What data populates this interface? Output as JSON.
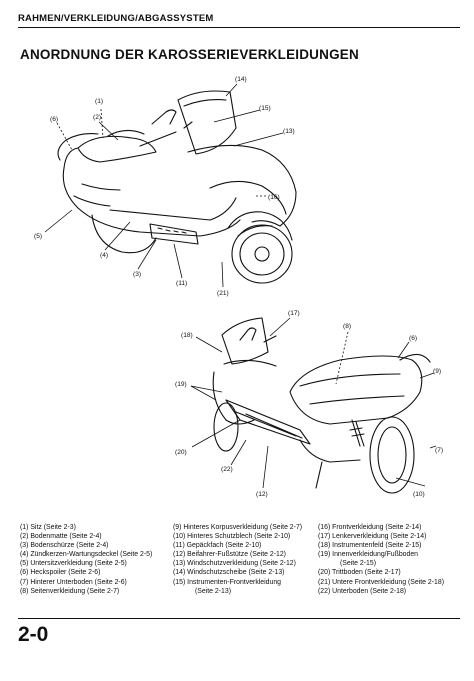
{
  "header": {
    "section": "RAHMEN/VERKLEIDUNG/ABGASSYSTEM"
  },
  "title": "ANORDNUNG DER KAROSSERIEVERKLEIDUNGEN",
  "figure_top": {
    "callouts": [
      "(1)",
      "(2)",
      "(3)",
      "(4)",
      "(5)",
      "(6)",
      "(14)",
      "(15)",
      "(13)",
      "(16)",
      "(21)"
    ]
  },
  "figure_bottom": {
    "callouts": [
      "(17)",
      "(18)",
      "(8)",
      "(6)",
      "(9)",
      "(19)",
      "(20)",
      "(22)",
      "(12)",
      "(10)",
      "(7)"
    ]
  },
  "legend": {
    "col1": [
      "(1) Sitz (Seite 2-3)",
      "(2) Bodenmatte (Seite 2-4)",
      "(3) Bodenschürze (Seite 2-4)",
      "(4) Zündkerzen-Wartungsdeckel (Seite 2-5)",
      "(5) Untersitzverkleidung (Seite 2-5)",
      "(6) Heckspoiler (Seite 2-6)",
      "(7) Hinterer Unterboden (Seite 2-6)",
      "(8) Seitenverkleidung (Seite 2-7)"
    ],
    "col2": [
      "(9) Hinteres Korpusverkleidung (Seite 2-7)",
      "(10) Hinteres Schutzblech (Seite 2-10)",
      "(11) Gepäckfach (Seite 2-10)",
      "(12) Beifahrer-Fußstütze (Seite 2-12)",
      "(13) Windschutzverkleidung (Seite 2-12)",
      "(14) Windschutzscheibe (Seite 2-13)",
      "(15) Instrumenten-Frontverkleidung",
      "(Seite 2-13)"
    ],
    "col3": [
      "(16) Frontverkleidung (Seite 2-14)",
      "(17) Lenkerverkleidung (Seite 2-14)",
      "(18) Instrumentenfeld (Seite 2-15)",
      "(19) Innenverkleidung/Fußboden",
      "(Seite 2-15)",
      "(20) Trittboden (Seite 2-17)",
      "(21) Untere Frontverkleidung (Seite 2-18)",
      "(22) Unterboden (Seite 2-18)"
    ]
  },
  "page_number": "2-0"
}
